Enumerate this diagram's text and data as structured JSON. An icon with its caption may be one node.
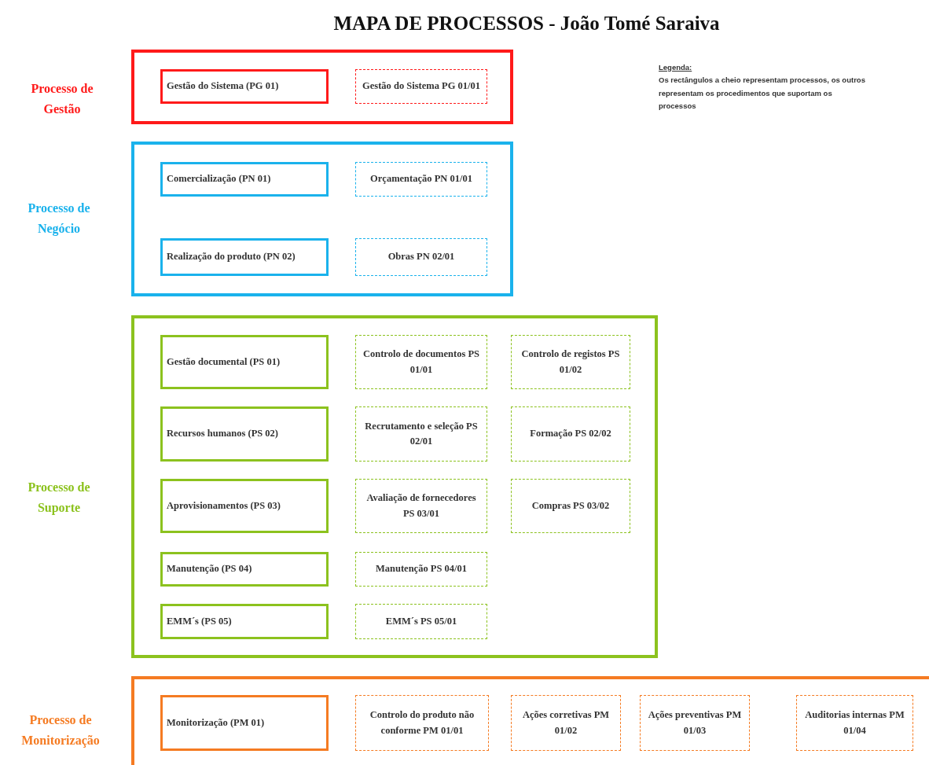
{
  "diagram": {
    "title": "MAPA DE PROCESSOS - João Tomé Saraiva",
    "nodes": [
      {
        "text": [
          "Processo de Gestão"
        ]
      },
      {
        "text": [
          "Gestão do Sistema (PG 01)"
        ],
        "in": 0
      },
      {
        "text": [
          "Gestão do Sistema PG 01/01"
        ],
        "in": 0
      },
      {
        "text": [
          "Processo de Negócio"
        ]
      },
      {
        "text": [
          "Comercialização (PN 01)"
        ],
        "in": 3
      },
      {
        "text": [
          "Orçamentação PN 01/01"
        ],
        "in": 3
      },
      {
        "text": [
          "Realização do produto (PN 02)"
        ],
        "in": 3
      },
      {
        "text": [
          "Obras PN 02/01"
        ],
        "in": 3
      },
      {
        "text": [
          "Processo de Suporte"
        ]
      },
      {
        "text": [
          "Gestão documental (PS 01)"
        ],
        "in": 8
      },
      {
        "text": [
          "Controlo de documentos PS 01/01"
        ],
        "in": 8
      },
      {
        "text": [
          "Controlo de registos PS 01/02"
        ],
        "in": 8
      },
      {
        "text": [
          "Recursos humanos (PS 02)"
        ],
        "in": 8
      },
      {
        "text": [
          "Recrutamento e seleção PS 02/01"
        ],
        "in": 8
      },
      {
        "text": [
          "Formação PS 02/02"
        ],
        "in": 8
      },
      {
        "text": [
          "Aprovisionamentos (PS 03)"
        ],
        "in": 8
      },
      {
        "text": [
          "Avaliação de fornecedores PS 03/01"
        ],
        "in": 8
      },
      {
        "text": [
          "Compras PS 03/02"
        ],
        "in": 8
      },
      {
        "text": [
          "Manutenção (PS 04)"
        ],
        "in": 8
      },
      {
        "text": [
          "Manutenção PS 04/01"
        ],
        "in": 8
      },
      {
        "text": [
          "EMM´s (PS 05)"
        ],
        "in": 8
      },
      {
        "text": [
          "EMM´s PS 05/01"
        ],
        "in": 8
      },
      {
        "text": [
          "Processo de Monitorização"
        ]
      },
      {
        "text": [
          "Monitorização (PM 01)"
        ],
        "in": 22
      },
      {
        "text": [
          "Controlo do produto não conforme PM 01/01"
        ],
        "in": 22
      },
      {
        "text": [
          "Ações corretivas PM 01/02"
        ],
        "in": 22
      },
      {
        "text": [
          "Ações preventivas PM 01/03"
        ],
        "in": 22
      },
      {
        "text": [
          "Auditorias internas PM 01/04"
        ],
        "in": 22
      }
    ],
    "labels": [
      "Legenda:",
      "Os rectângulos a cheio representam processos, os outros representam os procedimentos que suportam os processos"
    ]
  }
}
